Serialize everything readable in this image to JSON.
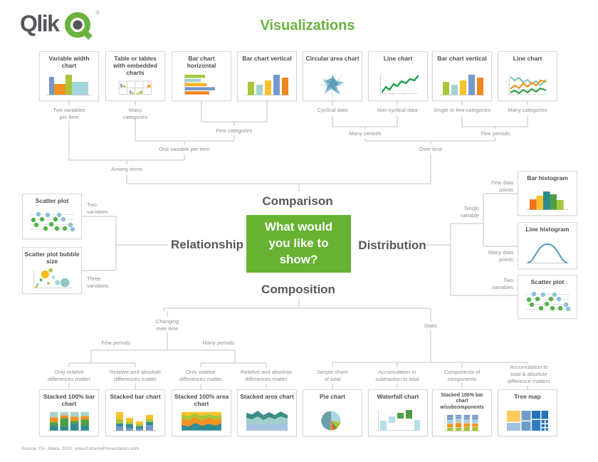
{
  "header": {
    "logo_text": "Qlik",
    "registered_mark": "®",
    "title": "Visualizations"
  },
  "center": {
    "question": "What would you like to show?",
    "branch_comparison": "Comparison",
    "branch_relationship": "Relationship",
    "branch_distribution": "Distribution",
    "branch_composition": "Composition"
  },
  "top_row": [
    {
      "label": "Variable width chart",
      "icon": "variable-width-chart-icon"
    },
    {
      "label": "Table or tables with embedded charts",
      "icon": "table-embedded-charts-icon"
    },
    {
      "label": "Bar chart horizontal",
      "icon": "bar-chart-horizontal-icon"
    },
    {
      "label": "Bar chart vertical",
      "icon": "bar-chart-vertical-icon"
    },
    {
      "label": "Circular area chart",
      "icon": "circular-area-chart-icon"
    },
    {
      "label": "Line chart",
      "icon": "line-chart-icon"
    },
    {
      "label": "Bar chart vertical",
      "icon": "bar-chart-vertical-icon"
    },
    {
      "label": "Line chart",
      "icon": "multi-line-chart-icon"
    }
  ],
  "relationship_column": [
    {
      "label": "Scatter plot",
      "icon": "scatter-plot-icon"
    },
    {
      "label": "Scatter plot bubble size",
      "icon": "scatter-bubble-icon"
    }
  ],
  "distribution_column": [
    {
      "label": "Bar histogram",
      "icon": "bar-histogram-icon"
    },
    {
      "label": "Line histogram",
      "icon": "line-histogram-icon"
    },
    {
      "label": "Scatter plot",
      "icon": "scatter-plot-icon"
    }
  ],
  "bottom_row": [
    {
      "label": "Stacked 100% bar chart",
      "icon": "stacked-100-bar-icon"
    },
    {
      "label": "Stacked bar chart",
      "icon": "stacked-bar-icon"
    },
    {
      "label": "Stacked 100% area chart",
      "icon": "stacked-100-area-icon"
    },
    {
      "label": "Stacked area chart",
      "icon": "stacked-area-icon"
    },
    {
      "label": "Pie chart",
      "icon": "pie-chart-icon"
    },
    {
      "label": "Waterfall chart",
      "icon": "waterfall-chart-icon"
    },
    {
      "label": "Stacked 100% bar chart w/subcomponents",
      "icon": "stacked-100-sub-icon"
    },
    {
      "label": "Tree map",
      "icon": "tree-map-icon"
    }
  ],
  "connector_labels": {
    "two_variables_per_item": "Two variables\nper item",
    "many_categories_a": "Many\ncategories",
    "few_categories": "Few categories",
    "one_variable_per_item": "One variable per item",
    "among_items": "Among items",
    "cyclical_data": "Cyclical data",
    "non_cyclical_data": "Non-cyclical data",
    "many_periods_a": "Many periods",
    "single_or_few_categories": "Single or few categories",
    "many_categories_b": "Many categories",
    "few_periods_a": "Few periods",
    "over_time": "Over time",
    "two_variables_left": "Two\nvariables",
    "three_variables": "Three\nvariables",
    "few_data_points": "Few data\npoints",
    "single_variable": "Single\nvariable",
    "many_data_points": "Many data\npoints",
    "two_variables_right": "Two\nvariables",
    "changing_over_time": "Changing\nover time",
    "static": "Static",
    "few_periods_b": "Few periods",
    "many_periods_b": "Many periods",
    "only_relative_a": "Only relative\ndifferences matter",
    "relative_absolute_a": "Relative and absolute\ndifferences matter",
    "only_relative_b": "Only relative\ndifferences matter",
    "relative_absolute_b": "Relative and absolute\ndifferences matter",
    "simple_share_of_total": "Simple share\nof total",
    "accumulation_or_subtraction": "Accumulation or\nsubtraction to total",
    "components_of_components": "Components of\ncomponents",
    "accumulation_to_total": "Accumulation to\ntotal & absolute\ndifference matters"
  },
  "footer": {
    "source": "Source: ©A. Abela, 2010. www.ExtremePresentation.com"
  },
  "colors": {
    "accent_green": "#6CB33E",
    "question_box_green": "#67B232",
    "heading_gray": "#57585A",
    "label_gray": "#8E9093",
    "line_gray": "#BFC1C3"
  }
}
